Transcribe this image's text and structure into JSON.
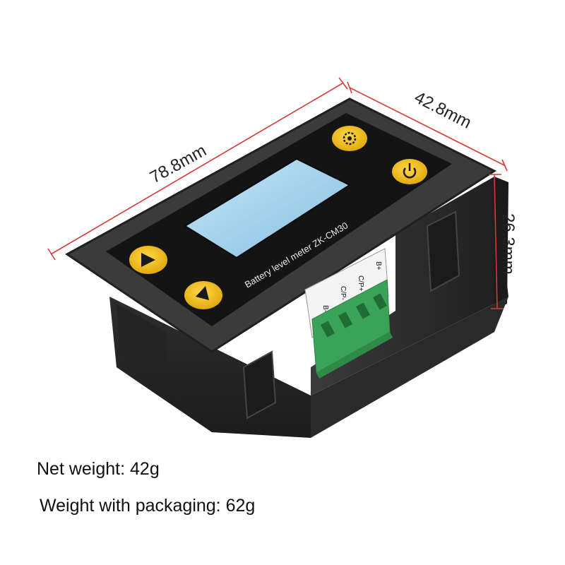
{
  "product": {
    "panel_label": "Battery level meter ZK-CM30",
    "terminals": [
      "B-",
      "C/P-",
      "C/P+",
      "B+"
    ]
  },
  "dimensions": {
    "length": "78.8mm",
    "width": "42.8mm",
    "height": "26.3mm"
  },
  "captions": {
    "net_weight": "Net weight: 42g",
    "packaged_weight": "Weight with packaging: 62g"
  },
  "colors": {
    "housing": "#2b2b2b",
    "button": "#f3c21b",
    "terminal_block": "#3aa35a",
    "dimension_line": "#d63a3a",
    "screen": "#9fd0ee"
  },
  "icons": [
    "play-right-icon",
    "play-up-icon",
    "gear-icon",
    "power-icon"
  ]
}
